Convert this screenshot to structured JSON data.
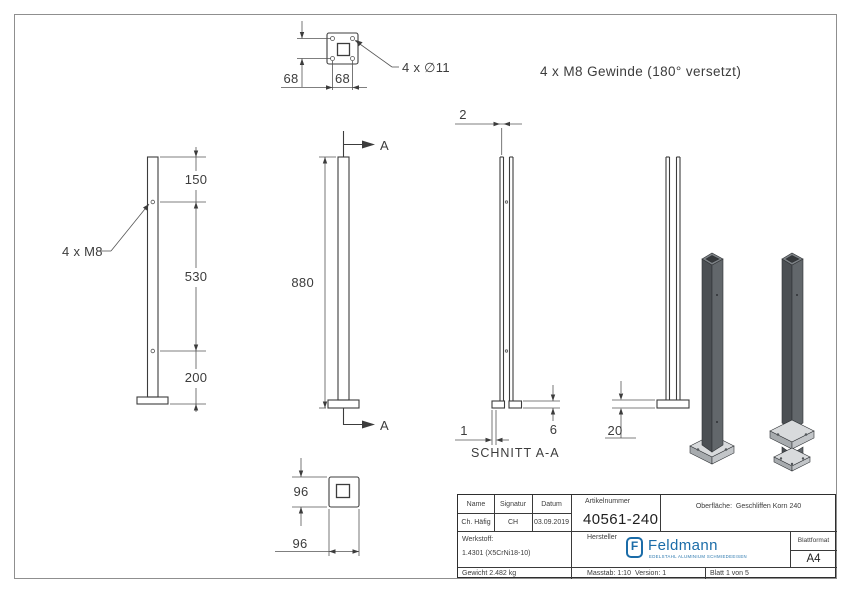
{
  "drawing": {
    "top_view": {
      "dim_vertical": "68",
      "dim_horizontal": "68",
      "hole_label": "4 x ∅11"
    },
    "thread_note": "4 x M8 Gewinde (180° versetzt)",
    "front_view": {
      "dim_top": "150",
      "dim_middle": "530",
      "dim_bottom": "200",
      "thread_label": "4 x M8"
    },
    "side_view": {
      "dim_height": "880",
      "section_label_top": "A",
      "section_label_bottom": "A"
    },
    "section_view": {
      "dim_wall": "2",
      "dim_edge": "1",
      "dim_plate": "6",
      "caption": "SCHNITT A-A"
    },
    "offset_view": {
      "dim_plate": "20"
    },
    "bottom_view": {
      "dim_vertical": "96",
      "dim_horizontal": "96"
    }
  },
  "title_block": {
    "headers": {
      "name": "Name",
      "signatur": "Signatur",
      "datum": "Datum",
      "artikelnummer": "Artikelnummer",
      "hersteller": "Hersteller",
      "blattformat": "Blattformat",
      "werkstoff": "Werkstoff:",
      "oberflaeche": "Oberfläche:"
    },
    "values": {
      "name": "Ch. Häfig",
      "signatur": "CH",
      "datum": "03.09.2019",
      "artikelnummer": "40561-240",
      "oberflaeche": "Geschliffen Korn 240",
      "werkstoff": "1.4301 (X5CrNi18-10)",
      "gewicht": "Gewicht 2.482 kg",
      "masstab": "Masstab: 1:10",
      "version": "Version: 1",
      "blatt": "Blatt 1 von 5",
      "blattformat": "A4"
    },
    "logo": {
      "letter": "F",
      "text": "Feldmann",
      "tagline": "EDELSTAHL  ALUMINIUM  SCHMIEDEEISEN",
      "color": "#1b6ca8"
    }
  }
}
